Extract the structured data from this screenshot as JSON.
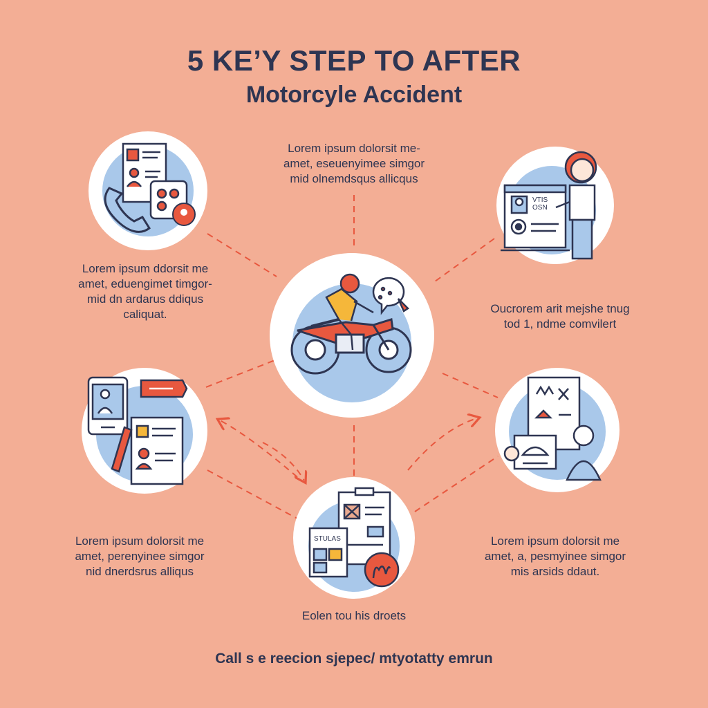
{
  "title": {
    "line1": "5 KE’Y STEP TO AFTER",
    "line2": "Motorcyle Accident"
  },
  "steps": {
    "top_center_text": "Lorem ipsum dolorsit me-\namet, eseuenyimee simgor\nmid olnemdsqus allicqus",
    "top_left_text": "Lorem ipsum ddorsit me\namet, eduengimet timgor-\nmid dn ardarus ddiqus\ncaliquat.",
    "top_right_text": "Oucrorem arit mejshe tnug\ntod 1, ndme comvilert",
    "bottom_left_text": "Lorem ipsum dolorsit me\namet, perenyinee simgor\nnid dnerdsrus alliqus",
    "bottom_right_text": "Lorem ipsum dolorsit me\namet, a, pesmyinee simgor\nmis arsids ddaut.",
    "bottom_center_text": "Eolen tou his droets"
  },
  "icon_labels": {
    "screen_text": "VTIS\nOSN",
    "document_text": "STULAS"
  },
  "footer": {
    "text": "Call s e reecion sjepec/ mtyotatty emrun"
  },
  "icons": [
    "phone-icon",
    "profile-card-icon",
    "location-pin-icon",
    "motorcycle-icon",
    "speech-bubble-icon",
    "presenter-screen-icon",
    "tablet-icon",
    "document-icon",
    "pencil-icon",
    "report-icon",
    "person-icon",
    "clipboard-icon",
    "payment-icon"
  ],
  "colors": {
    "background": "#f3ae95",
    "dark_navy": "#2e3552",
    "accent_red": "#e8583f",
    "light_blue": "#a9c8ea",
    "white": "#ffffff"
  }
}
